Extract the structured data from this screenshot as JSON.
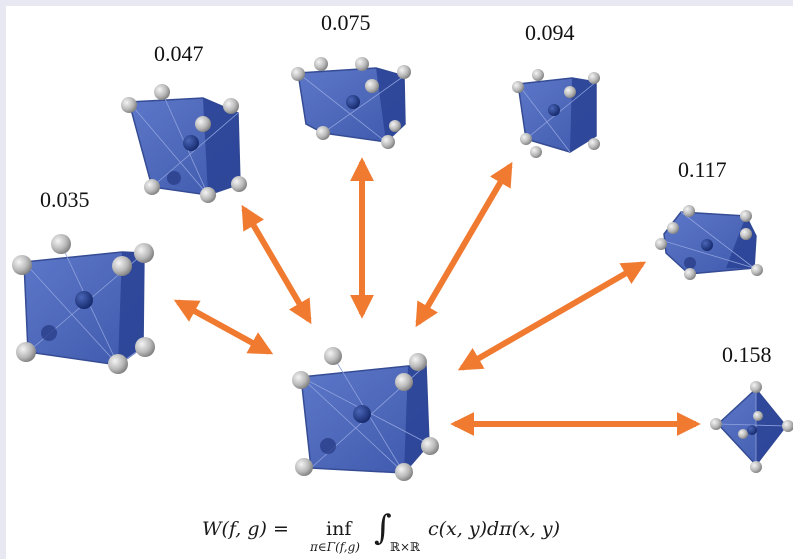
{
  "labels": {
    "d1": "0.035",
    "d2": "0.047",
    "d3": "0.075",
    "d4": "0.094",
    "d5": "0.117",
    "d6": "0.158"
  },
  "formula": {
    "lhs": "W(f, g) =",
    "inf": "inf",
    "inf_sub": "π∈Γ(f,g)",
    "integral": "∫",
    "int_sub": "ℝ×ℝ",
    "integrand": "c(x, y)dπ(x, y)"
  },
  "colors": {
    "arrow": "#f07a30",
    "polyhedron_fill": "#3f5db8",
    "polyhedron_edge": "#2b438f",
    "atom": "#c4c4c4",
    "center_atom": "#1f3a85"
  }
}
